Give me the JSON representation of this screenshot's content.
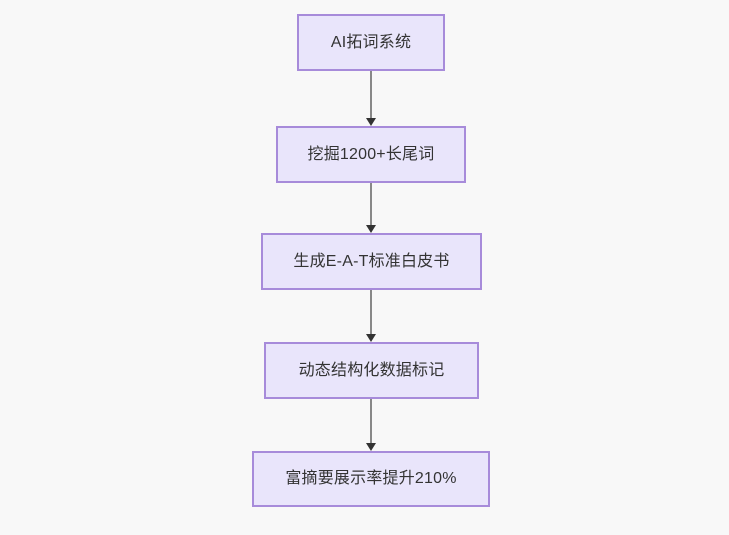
{
  "diagram": {
    "type": "flowchart",
    "direction": "top-to-bottom",
    "background_color": "#f8f8f8",
    "node_fill_color": "#e9e5fb",
    "node_border_color": "#a78bda",
    "node_text_color": "#333333",
    "edge_line_color": "#888888",
    "edge_arrow_color": "#333333",
    "nodes": [
      {
        "id": "n1",
        "label": "AI拓词系统"
      },
      {
        "id": "n2",
        "label": "挖掘1200+长尾词"
      },
      {
        "id": "n3",
        "label": "生成E-A-T标准白皮书"
      },
      {
        "id": "n4",
        "label": "动态结构化数据标记"
      },
      {
        "id": "n5",
        "label": "富摘要展示率提升210%"
      }
    ],
    "edges": [
      {
        "id": "e1",
        "from": "n1",
        "to": "n2",
        "label": ""
      },
      {
        "id": "e2",
        "from": "n2",
        "to": "n3",
        "label": ""
      },
      {
        "id": "e3",
        "from": "n3",
        "to": "n4",
        "label": ""
      },
      {
        "id": "e4",
        "from": "n4",
        "to": "n5",
        "label": ""
      }
    ]
  }
}
